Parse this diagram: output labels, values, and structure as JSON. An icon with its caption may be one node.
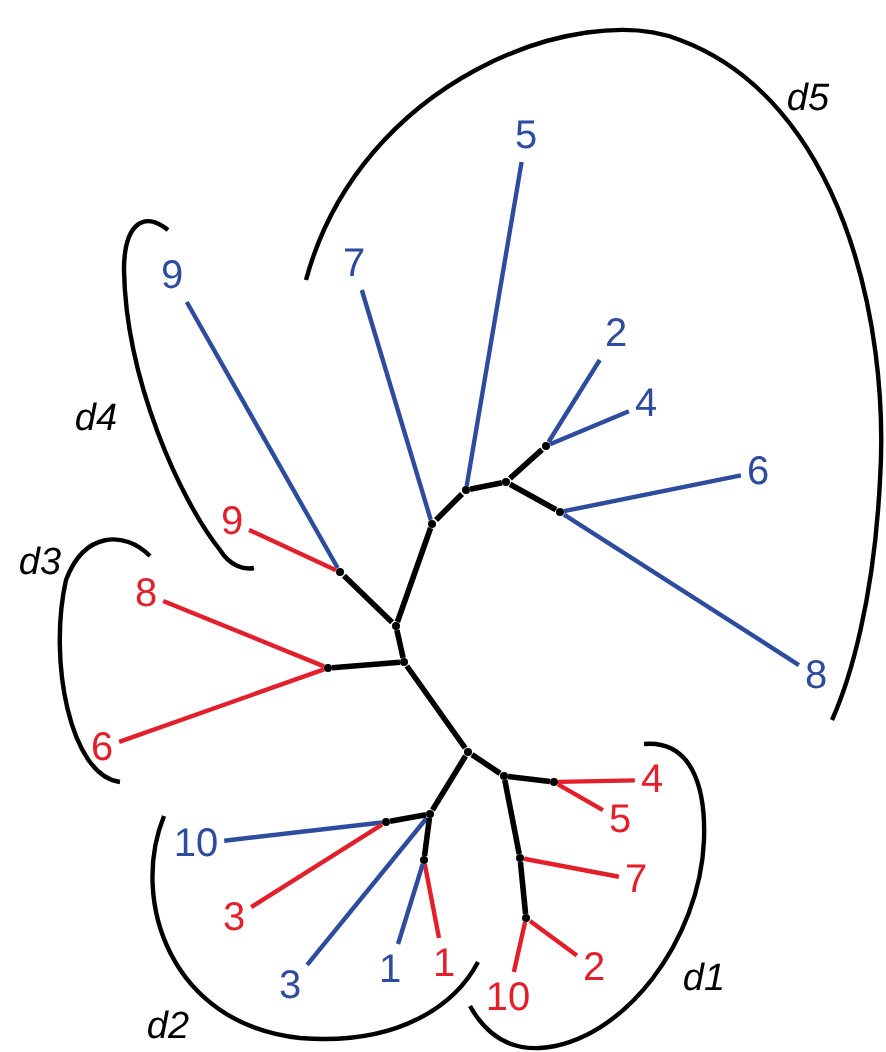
{
  "diagram": {
    "nodes": [
      {
        "text": [
          "5"
        ]
      },
      {
        "text": [
          "7"
        ]
      },
      {
        "text": [
          "9"
        ]
      },
      {
        "text": [
          "2"
        ]
      },
      {
        "text": [
          "4"
        ]
      },
      {
        "text": [
          "6"
        ]
      },
      {
        "text": [
          "9"
        ]
      },
      {
        "text": [
          "8"
        ]
      },
      {
        "text": [
          "8"
        ]
      },
      {
        "text": [
          "6"
        ]
      },
      {
        "text": [
          "4"
        ]
      },
      {
        "text": [
          "5"
        ]
      },
      {
        "text": [
          "10"
        ]
      },
      {
        "text": [
          "7"
        ]
      },
      {
        "text": [
          "3"
        ]
      },
      {
        "text": [
          "2"
        ]
      },
      {
        "text": [
          "1"
        ]
      },
      {
        "text": [
          "1"
        ]
      },
      {
        "text": [
          "3"
        ]
      },
      {
        "text": [
          "10"
        ]
      },
      {
        "text": [],
        "shape": "point"
      },
      {
        "text": [],
        "shape": "point"
      },
      {
        "text": [],
        "shape": "point"
      },
      {
        "text": [],
        "shape": "point"
      },
      {
        "text": [],
        "shape": "point"
      },
      {
        "text": [],
        "shape": "point"
      },
      {
        "text": [],
        "shape": "point"
      },
      {
        "text": [],
        "shape": "point"
      },
      {
        "text": [],
        "shape": "point"
      },
      {
        "text": [],
        "shape": "point"
      },
      {
        "text": [],
        "shape": "point"
      },
      {
        "text": [],
        "shape": "point"
      },
      {
        "text": [],
        "shape": "point"
      },
      {
        "text": [],
        "shape": "point"
      },
      {
        "text": [],
        "shape": "point"
      },
      {
        "text": [],
        "shape": "point"
      },
      {
        "text": [],
        "shape": "point"
      }
    ],
    "edges": [
      {
        "from": 20,
        "to": 0,
        "arrow": "none",
        "color": "#2e4c9e"
      },
      {
        "from": 24,
        "to": 1,
        "arrow": "none",
        "color": "#2e4c9e"
      },
      {
        "from": 25,
        "to": 2,
        "arrow": "none",
        "color": "#2e4c9e"
      },
      {
        "from": 22,
        "to": 3,
        "arrow": "none",
        "color": "#2e4c9e"
      },
      {
        "from": 22,
        "to": 4,
        "arrow": "none",
        "color": "#2e4c9e"
      },
      {
        "from": 23,
        "to": 5,
        "arrow": "none",
        "color": "#2e4c9e"
      },
      {
        "from": 25,
        "to": 6,
        "arrow": "none",
        "color": "#e2202c"
      },
      {
        "from": 28,
        "to": 7,
        "arrow": "none",
        "color": "#e2202c"
      },
      {
        "from": 23,
        "to": 8,
        "arrow": "none",
        "color": "#2e4c9e"
      },
      {
        "from": 28,
        "to": 9,
        "arrow": "none",
        "color": "#e2202c"
      },
      {
        "from": 31,
        "to": 10,
        "arrow": "none",
        "color": "#e2202c"
      },
      {
        "from": 31,
        "to": 11,
        "arrow": "none",
        "color": "#e2202c"
      },
      {
        "from": 35,
        "to": 12,
        "arrow": "none",
        "color": "#2e4c9e"
      },
      {
        "from": 32,
        "to": 13,
        "arrow": "none",
        "color": "#e2202c"
      },
      {
        "from": 35,
        "to": 14,
        "arrow": "none",
        "color": "#e2202c"
      },
      {
        "from": 33,
        "to": 15,
        "arrow": "none",
        "color": "#e2202c"
      },
      {
        "from": 36,
        "to": 16,
        "arrow": "none",
        "color": "#e2202c"
      },
      {
        "from": 36,
        "to": 17,
        "arrow": "none",
        "color": "#2e4c9e"
      },
      {
        "from": 34,
        "to": 18,
        "arrow": "none",
        "color": "#2e4c9e"
      },
      {
        "from": 33,
        "to": 19,
        "arrow": "none",
        "color": "#e2202c"
      },
      {
        "from": 20,
        "to": 21,
        "arrow": "none"
      },
      {
        "from": 21,
        "to": 22,
        "arrow": "none"
      },
      {
        "from": 21,
        "to": 23,
        "arrow": "none"
      },
      {
        "from": 24,
        "to": 20,
        "arrow": "none"
      },
      {
        "from": 26,
        "to": 24,
        "arrow": "none"
      },
      {
        "from": 25,
        "to": 26,
        "arrow": "none"
      },
      {
        "from": 26,
        "to": 27,
        "arrow": "none"
      },
      {
        "from": 27,
        "to": 28,
        "arrow": "none"
      },
      {
        "from": 27,
        "to": 29,
        "arrow": "none"
      },
      {
        "from": 29,
        "to": 30,
        "arrow": "none"
      },
      {
        "from": 30,
        "to": 31,
        "arrow": "none"
      },
      {
        "from": 30,
        "to": 32,
        "arrow": "none"
      },
      {
        "from": 32,
        "to": 33,
        "arrow": "none"
      },
      {
        "from": 29,
        "to": 34,
        "arrow": "none"
      },
      {
        "from": 34,
        "to": 35,
        "arrow": "none"
      },
      {
        "from": 34,
        "to": 36,
        "arrow": "none"
      }
    ],
    "labels": [
      "d5",
      "d4",
      "d3",
      "d2",
      "d1"
    ]
  }
}
